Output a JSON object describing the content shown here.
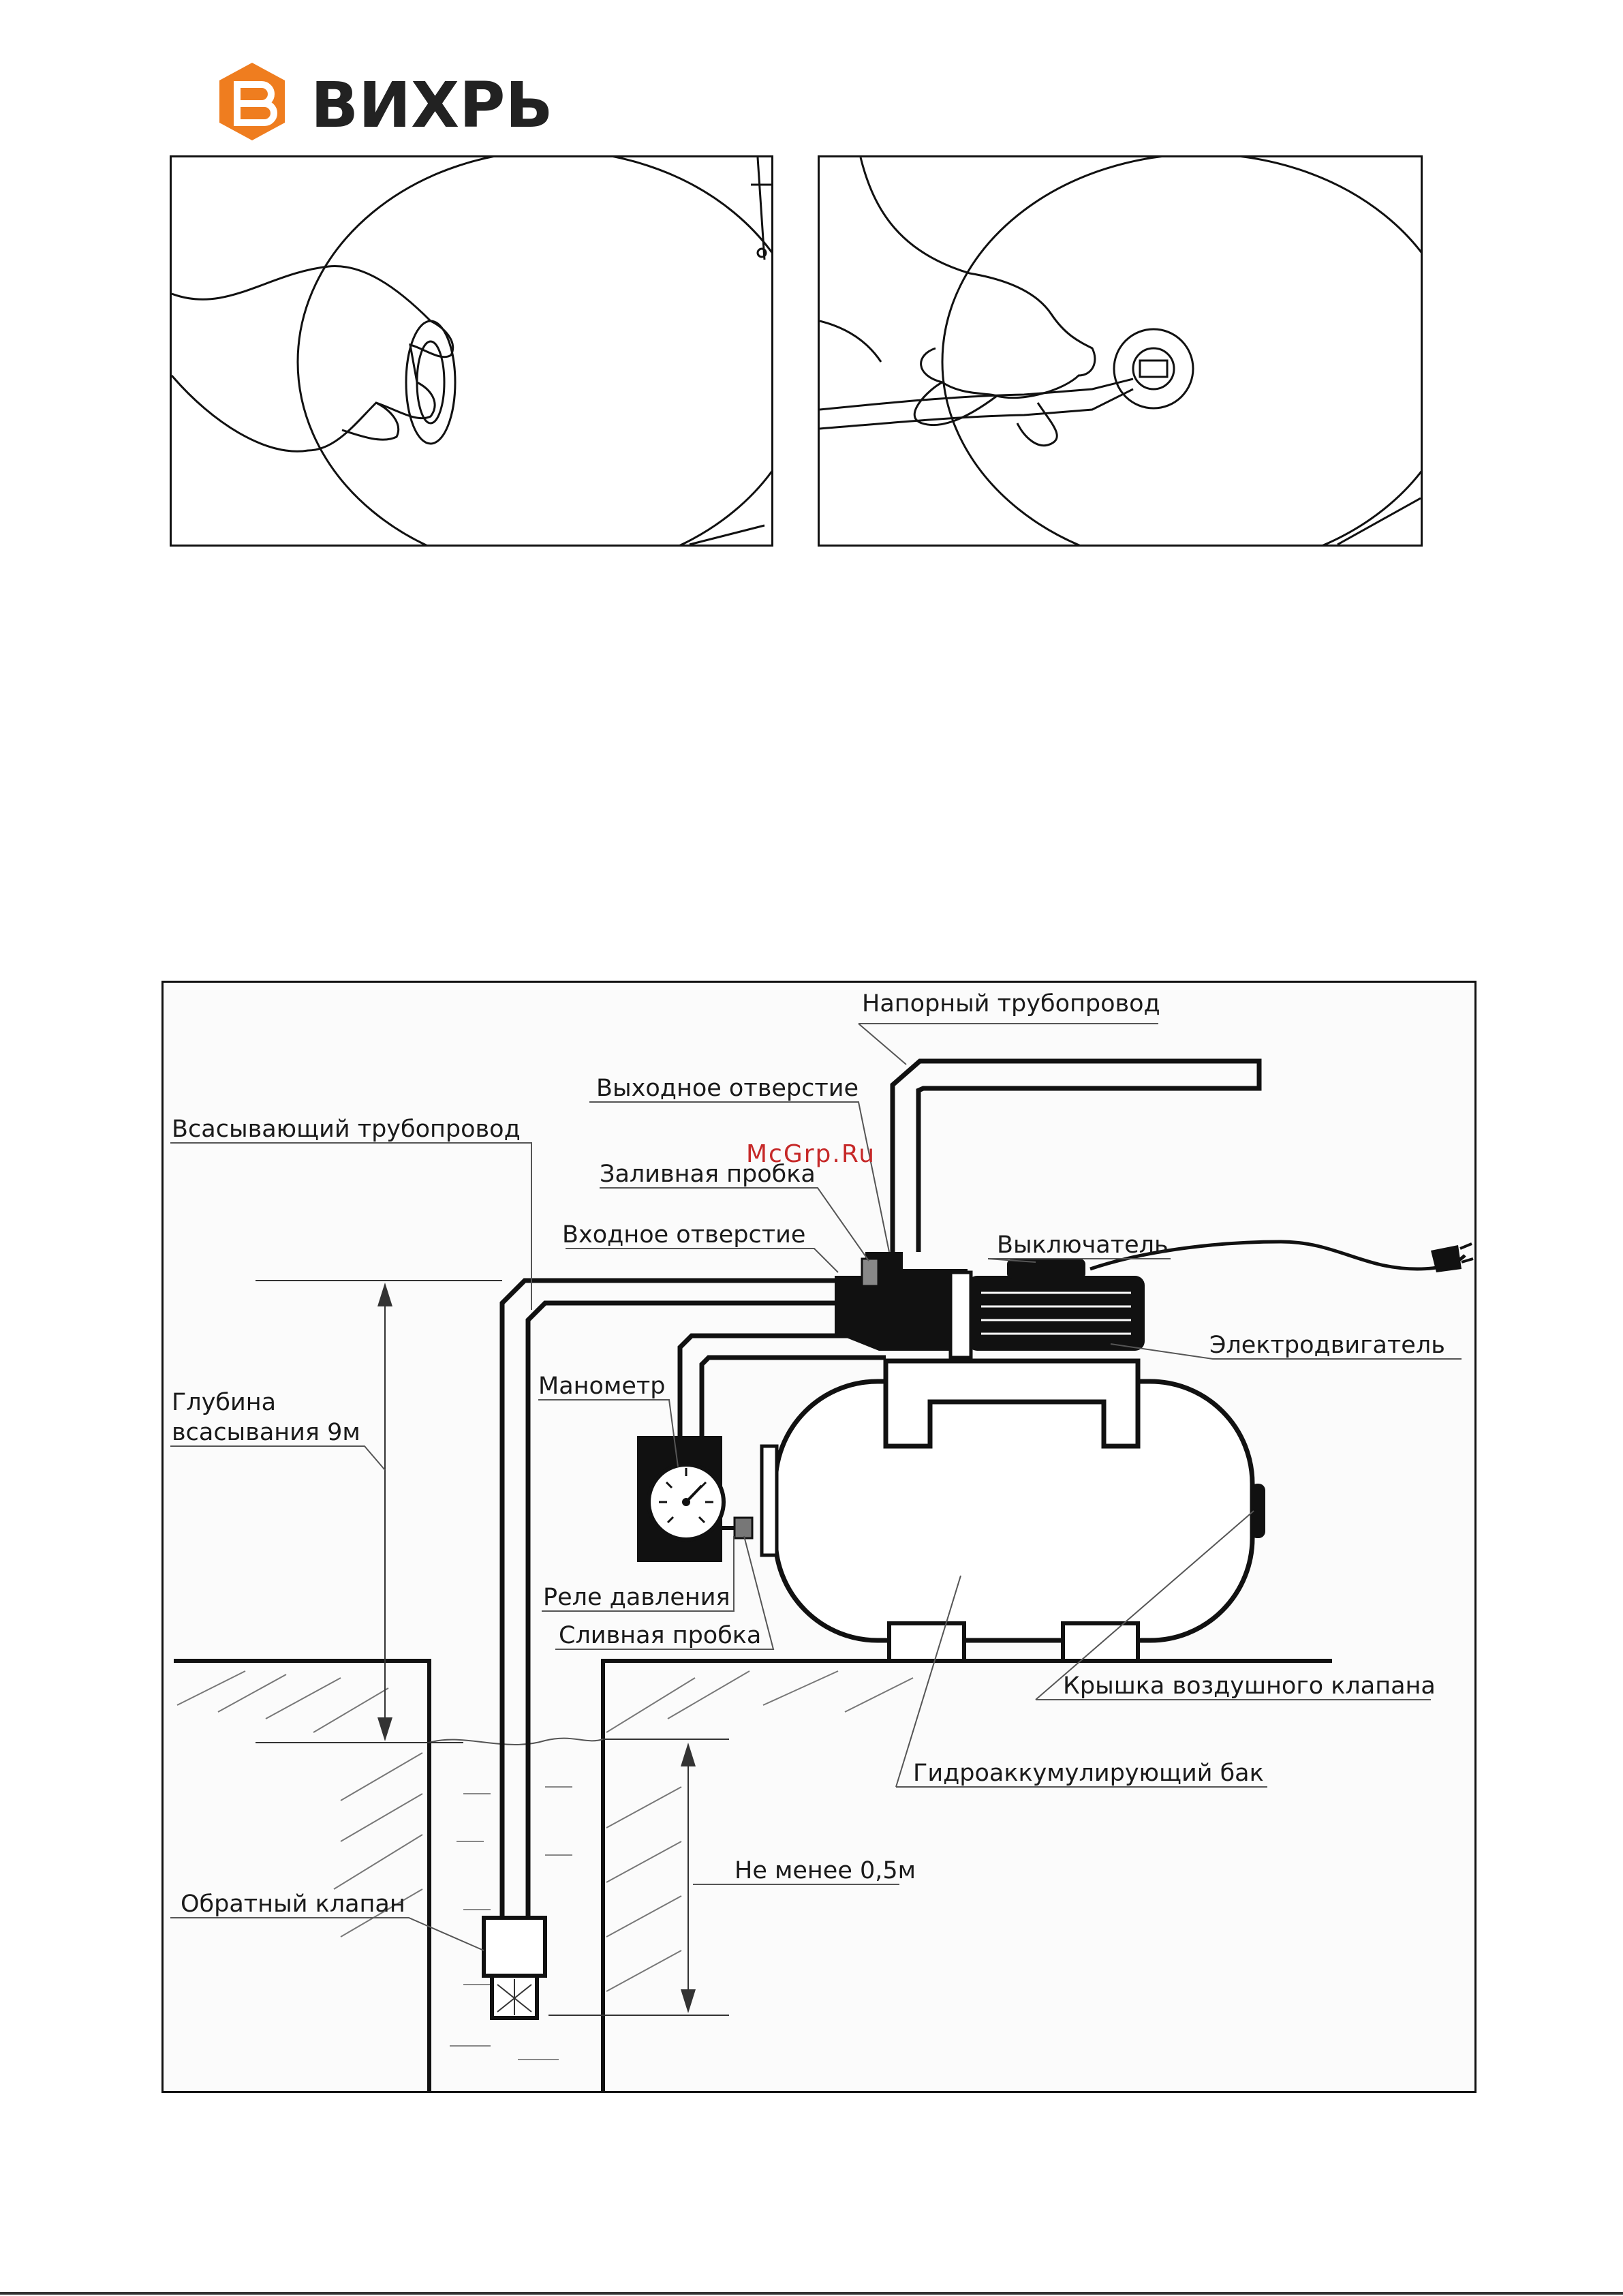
{
  "brand": {
    "name": "ВИХРЬ",
    "color": "#ef7d1f",
    "icon": "b-hexagon-logo-icon"
  },
  "photos": [
    {
      "icon": "hand-valve-cap-illustration"
    },
    {
      "icon": "hand-pressure-hose-illustration"
    }
  ],
  "watermark": "McGrp.Ru",
  "diagram": {
    "labels": {
      "discharge_pipe": "Напорный трубопровод",
      "outlet": "Выходное отверстие",
      "suction_pipe": "Всасывающий трубопровод",
      "priming_plug": "Заливная пробка",
      "inlet": "Входное отверстие",
      "switch": "Выключатель",
      "motor": "Электродвигатель",
      "manometer": "Манометр",
      "depth_line1": "Глубина",
      "depth_line2": "всасывания 9м",
      "pressure_relay": "Реле давления",
      "drain_plug": "Сливная пробка",
      "air_valve_cap": "Крышка воздушного клапана",
      "accumulator_tank": "Гидроаккумулирующий бак",
      "min_depth": "Не менее 0,5м",
      "check_valve": "Обратный клапан"
    }
  }
}
